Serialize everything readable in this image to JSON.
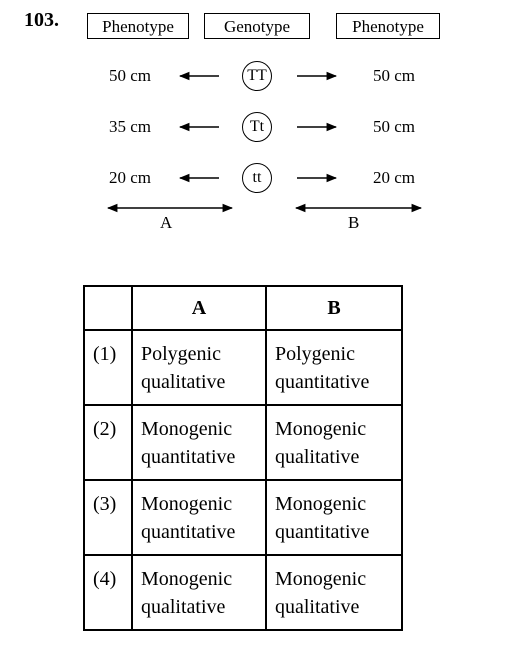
{
  "question": {
    "number": "103."
  },
  "headers": {
    "left": "Phenotype",
    "center": "Genotype",
    "right": "Phenotype"
  },
  "rows": [
    {
      "left": "50 cm",
      "genotype": "TT",
      "right": "50 cm"
    },
    {
      "left": "35 cm",
      "genotype": "Tt",
      "right": "50 cm"
    },
    {
      "left": "20 cm",
      "genotype": "tt",
      "right": "20 cm"
    }
  ],
  "range_labels": {
    "a": "A",
    "b": "B"
  },
  "table": {
    "col_a": "A",
    "col_b": "B",
    "options": [
      {
        "num": "(1)",
        "a1": "Polygenic",
        "a2": "qualitative",
        "b1": "Polygenic",
        "b2": "quantitative"
      },
      {
        "num": "(2)",
        "a1": "Monogenic",
        "a2": "quantitative",
        "b1": "Monogenic",
        "b2": "qualitative"
      },
      {
        "num": "(3)",
        "a1": "Monogenic",
        "a2": "quantitative",
        "b1": "Monogenic",
        "b2": "quantitative"
      },
      {
        "num": "(4)",
        "a1": "Monogenic",
        "a2": "qualitative",
        "b1": "Monogenic",
        "b2": "qualitative"
      }
    ]
  }
}
